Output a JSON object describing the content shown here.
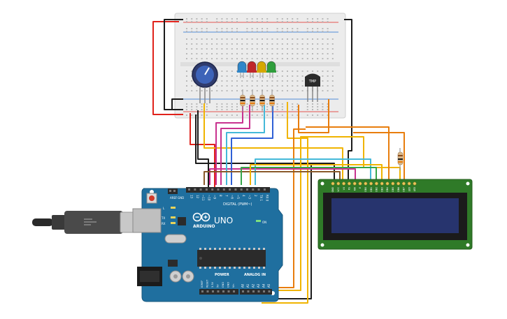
{
  "arduino": {
    "brand": "ARDUINO",
    "model": "UNO",
    "aref_label": "AREF",
    "gnd_label": "GND",
    "digital_header_label": "DIGITAL (PWM~)",
    "digital_pins": [
      "13",
      "12",
      "~11",
      "~10",
      "~9",
      "8",
      "7",
      "~6",
      "~5",
      "4",
      "~3",
      "2",
      "TX 1",
      "RX 0"
    ],
    "led_l_label": "L",
    "led_tx_label": "TX",
    "led_rx_label": "RX",
    "on_label": "ON",
    "power_label": "POWER",
    "analog_label": "ANALOG IN",
    "power_pins": [
      "IOREF",
      "RESET",
      "3.3V",
      "5V",
      "GND",
      "GND",
      "Vin"
    ],
    "analog_pins": [
      "A0",
      "A1",
      "A2",
      "A3",
      "A4",
      "A5"
    ]
  },
  "sensor": {
    "label": "TMP"
  },
  "lcd": {
    "pins": [
      "GND",
      "VCC",
      "V0",
      "RS",
      "RW",
      "E",
      "DB0",
      "DB1",
      "DB2",
      "DB3",
      "DB4",
      "DB5",
      "DB6",
      "DB7",
      "LED",
      "LED"
    ]
  },
  "colors": {
    "board": "#1f6f9f",
    "breadboard": "#ececec",
    "lcd_screen": "#27346e",
    "lcd_pcb": "#2f7a28",
    "wire_red": "#e0221b",
    "wire_black": "#1b1b1b",
    "wire_yellow": "#f0b400",
    "wire_orange": "#e87d0d",
    "wire_magenta": "#c8328f",
    "wire_cyan": "#44b9d9",
    "wire_brown": "#8a5a2b",
    "wire_green": "#35a64a",
    "wire_blue": "#2f60d6"
  },
  "leds": [
    {
      "name": "blue-led",
      "color": "#2f86c9"
    },
    {
      "name": "red-led",
      "color": "#c0262b"
    },
    {
      "name": "yellow-led",
      "color": "#d6a800"
    },
    {
      "name": "green-led",
      "color": "#2f9e3c"
    }
  ]
}
